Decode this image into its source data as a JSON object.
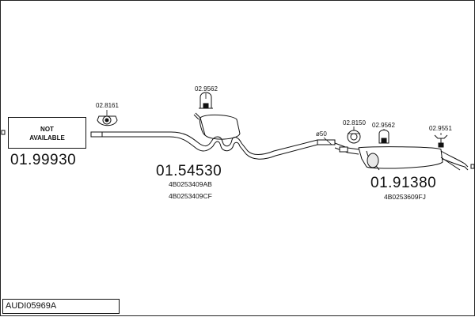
{
  "diagram_id": "AUDI05969A",
  "not_available": {
    "line1": "NOT",
    "line2": "AVAILABLE"
  },
  "parts": [
    {
      "number": "01.99930"
    },
    {
      "number": "01.54530",
      "oem": [
        "4B0253409AB",
        "4B0253409CF"
      ]
    },
    {
      "number": "01.91380",
      "oem": [
        "4B0253609FJ"
      ]
    }
  ],
  "fittings": [
    {
      "code": "02.8161"
    },
    {
      "code": "02.9562"
    },
    {
      "code": "02.8150"
    },
    {
      "code": "02.9562"
    },
    {
      "code": "02.9551"
    }
  ],
  "diameter_label": "ø50",
  "colors": {
    "line": "#111111",
    "fill": "#ffffff",
    "shade": "#cfcfcf"
  }
}
